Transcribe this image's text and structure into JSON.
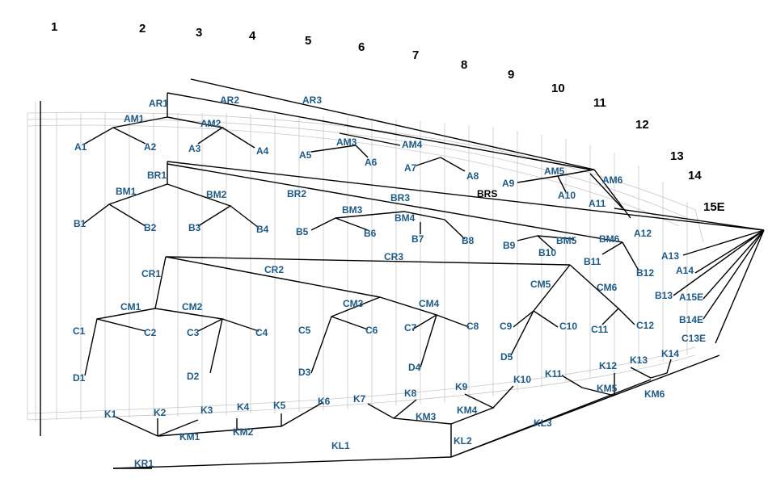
{
  "column_numbers": [
    "1",
    "2",
    "3",
    "4",
    "5",
    "6",
    "7",
    "8",
    "9",
    "10",
    "11",
    "12",
    "13",
    "14",
    "15E"
  ],
  "labels": {
    "AR1": "AR1",
    "AR2": "AR2",
    "AR3": "AR3",
    "AM1": "AM1",
    "AM2": "AM2",
    "AM3": "AM3",
    "AM4": "AM4",
    "AM5": "AM5",
    "AM6": "AM6",
    "A1": "A1",
    "A2": "A2",
    "A3": "A3",
    "A4": "A4",
    "A5": "A5",
    "A6": "A6",
    "A7": "A7",
    "A8": "A8",
    "A9": "A9",
    "A10": "A10",
    "A11": "A11",
    "A12": "A12",
    "A13": "A13",
    "A14": "A14",
    "A15E": "A15E",
    "BR1": "BR1",
    "BR2": "BR2",
    "BR3": "BR3",
    "BRS": "BRS",
    "BM1": "BM1",
    "BM2": "BM2",
    "BM3": "BM3",
    "BM4": "BM4",
    "BM5": "BM5",
    "BM6": "BM6",
    "B1": "B1",
    "B2": "B2",
    "B3": "B3",
    "B4": "B4",
    "B5": "B5",
    "B6": "B6",
    "B7": "B7",
    "B8": "B8",
    "B9": "B9",
    "B10": "B10",
    "B11": "B11",
    "B12": "B12",
    "B13": "B13",
    "B14E": "B14E",
    "CR1": "CR1",
    "CR2": "CR2",
    "CR3": "CR3",
    "CM1": "CM1",
    "CM2": "CM2",
    "CM3": "CM3",
    "CM4": "CM4",
    "CM5": "CM5",
    "CM6": "CM6",
    "C1": "C1",
    "C2": "C2",
    "C3": "C3",
    "C4": "C4",
    "C5": "C5",
    "C6": "C6",
    "C7": "C7",
    "C8": "C8",
    "C9": "C9",
    "C10": "C10",
    "C11": "C11",
    "C12": "C12",
    "C13E": "C13E",
    "D1": "D1",
    "D2": "D2",
    "D3": "D3",
    "D4": "D4",
    "D5": "D5",
    "K1": "K1",
    "K2": "K2",
    "K3": "K3",
    "K4": "K4",
    "K5": "K5",
    "K6": "K6",
    "K7": "K7",
    "K8": "K8",
    "K9": "K9",
    "K10": "K10",
    "K11": "K11",
    "K12": "K12",
    "K13": "K13",
    "K14": "K14",
    "KM1": "KM1",
    "KM2": "KM2",
    "KM3": "KM3",
    "KM4": "KM4",
    "KM5": "KM5",
    "KM6": "KM6",
    "KL1": "KL1",
    "KL2": "KL2",
    "KL3": "KL3",
    "KR1": "KR1"
  },
  "colors": {
    "label": "#1f5a85",
    "edge": "#000000",
    "guide": "#c8c8c8",
    "number": "#000000"
  }
}
